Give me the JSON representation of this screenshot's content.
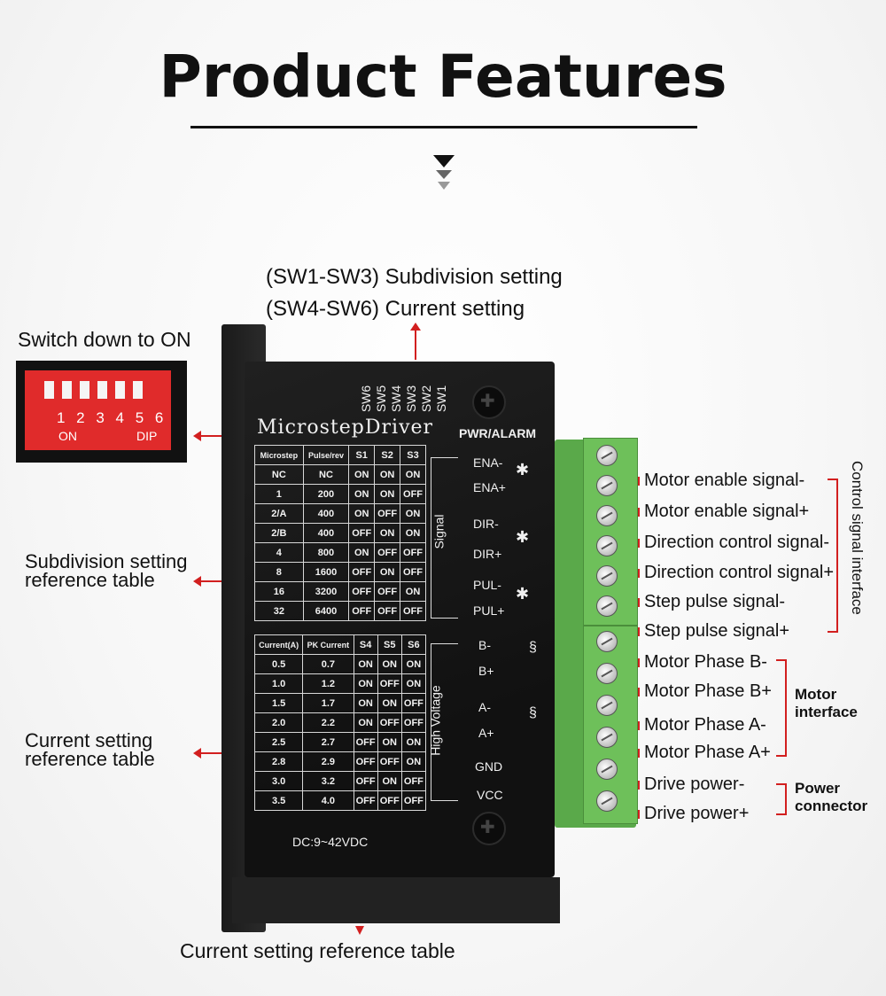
{
  "title": "Product Features",
  "top_label_1": "(SW1-SW3) Subdivision setting",
  "top_label_2": "(SW4-SW6) Current setting",
  "switch_label": "Switch down to ON",
  "dip": {
    "numbers": "1 2 3 4 5 6",
    "on": "ON",
    "dip": "DIP"
  },
  "left_labels": {
    "subdivision_1": "Subdivision setting",
    "subdivision_2": "reference table",
    "current_1": "Current setting",
    "current_2": "reference table"
  },
  "bottom_label": "Current setting reference table",
  "driver": {
    "name": "MicrostepDriver",
    "sw_labels": [
      "SW6",
      "SW5",
      "SW4",
      "SW3",
      "SW2",
      "SW1"
    ],
    "pwr_alarm": "PWR/ALARM",
    "signal": "Signal",
    "high_voltage": "High Voltage",
    "dc": "DC:9~42VDC",
    "pins": [
      "ENA-",
      "ENA+",
      "DIR-",
      "DIR+",
      "PUL-",
      "PUL+",
      "B-",
      "B+",
      "A-",
      "A+",
      "GND",
      "VCC"
    ]
  },
  "microstep_table": {
    "headers": [
      "Microstep",
      "Pulse/rev",
      "S1",
      "S2",
      "S3"
    ],
    "rows": [
      [
        "NC",
        "NC",
        "ON",
        "ON",
        "ON"
      ],
      [
        "1",
        "200",
        "ON",
        "ON",
        "OFF"
      ],
      [
        "2/A",
        "400",
        "ON",
        "OFF",
        "ON"
      ],
      [
        "2/B",
        "400",
        "OFF",
        "ON",
        "ON"
      ],
      [
        "4",
        "800",
        "ON",
        "OFF",
        "OFF"
      ],
      [
        "8",
        "1600",
        "OFF",
        "ON",
        "OFF"
      ],
      [
        "16",
        "3200",
        "OFF",
        "OFF",
        "ON"
      ],
      [
        "32",
        "6400",
        "OFF",
        "OFF",
        "OFF"
      ]
    ]
  },
  "current_table": {
    "headers": [
      "Current(A)",
      "PK Current",
      "S4",
      "S5",
      "S6"
    ],
    "rows": [
      [
        "0.5",
        "0.7",
        "ON",
        "ON",
        "ON"
      ],
      [
        "1.0",
        "1.2",
        "ON",
        "OFF",
        "ON"
      ],
      [
        "1.5",
        "1.7",
        "ON",
        "ON",
        "OFF"
      ],
      [
        "2.0",
        "2.2",
        "ON",
        "OFF",
        "OFF"
      ],
      [
        "2.5",
        "2.7",
        "OFF",
        "ON",
        "ON"
      ],
      [
        "2.8",
        "2.9",
        "OFF",
        "OFF",
        "ON"
      ],
      [
        "3.0",
        "3.2",
        "OFF",
        "ON",
        "OFF"
      ],
      [
        "3.5",
        "4.0",
        "OFF",
        "OFF",
        "OFF"
      ]
    ]
  },
  "right_labels": [
    "Motor enable signal-",
    "Motor enable signal+",
    "Direction control signal-",
    "Direction control signal+",
    "Step pulse signal-",
    "Step pulse signal+",
    "Motor Phase B-",
    "Motor Phase B+",
    "Motor Phase A-",
    "Motor Phase A+",
    "Drive power-",
    "Drive power+"
  ],
  "groups": {
    "control": "Control signal interface",
    "motor_1": "Motor",
    "motor_2": "interface",
    "power_1": "Power",
    "power_2": "connector"
  },
  "colors": {
    "accent": "#d21f1f",
    "terminal_green": "#5aa94a",
    "dip_red": "#e02b2b"
  }
}
